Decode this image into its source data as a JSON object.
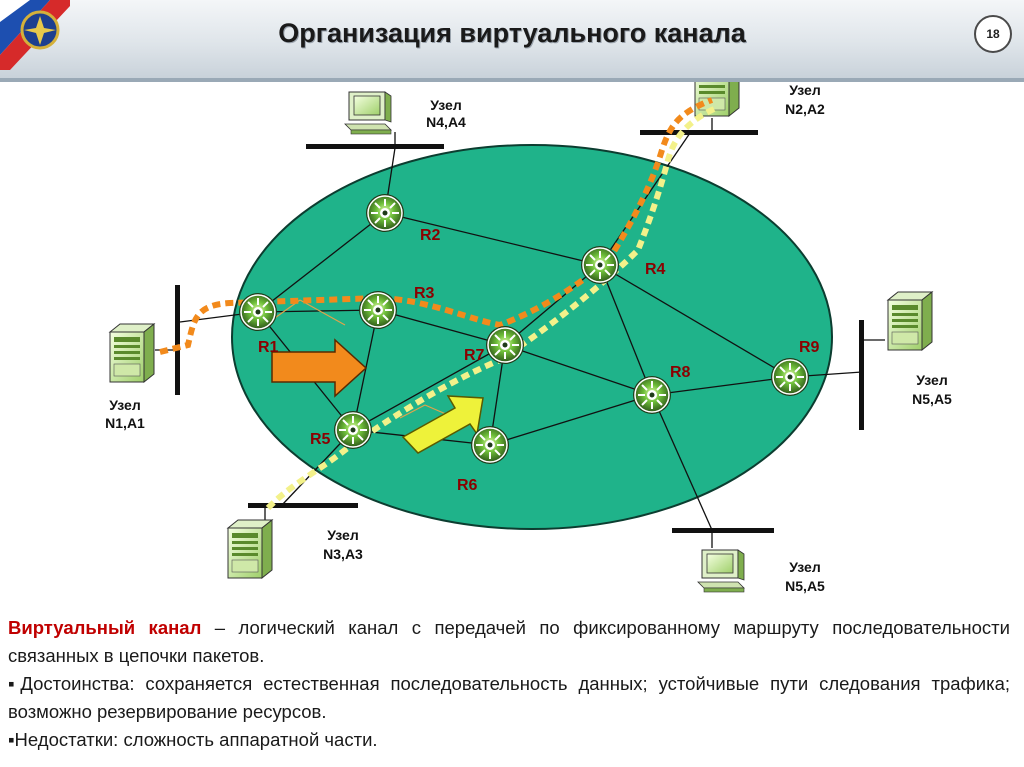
{
  "header": {
    "title": "Организация виртуального канала",
    "page_number": "18"
  },
  "nodes": {
    "n1": {
      "name": "Узел",
      "addr": "N1,A1"
    },
    "n2": {
      "name": "Узел",
      "addr": "N2,A2"
    },
    "n3": {
      "name": "Узел",
      "addr": "N3,A3"
    },
    "n4": {
      "name": "Узел",
      "addr": "N4,A4"
    },
    "n5a": {
      "name": "Узел",
      "addr": "N5,A5"
    },
    "n5b": {
      "name": "Узел",
      "addr": "N5,A5"
    }
  },
  "routers": [
    "R1",
    "R2",
    "R3",
    "R4",
    "R5",
    "R6",
    "R7",
    "R8",
    "R9"
  ],
  "text": {
    "term": "Виртуальный канал",
    "definition": " – логический канал с передачей по фиксированному маршруту последовательности связанных в цепочки пакетов.",
    "advantages": "▪Достоинства: сохраняется естественная последовательность данных; устойчивые пути следования трафика; возможно резервирование ресурсов.",
    "disadvantages": "▪Недостатки: сложность аппаратной части."
  },
  "colors": {
    "cloud": "#1fb38a",
    "orange_path": "#f28a1c",
    "yellow_path": "#f3f18a",
    "router_label": "#8b0000",
    "keyword": "#c00000"
  }
}
